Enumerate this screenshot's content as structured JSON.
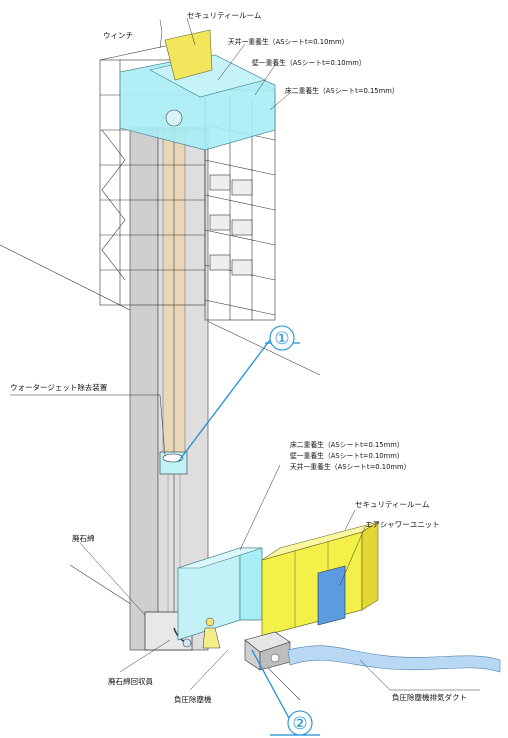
{
  "top_labels": {
    "winch": "ウィンチ",
    "security_room": "セキュリティールーム",
    "ceiling_protect": "天井一重養生（ASシートt=0.10mm）",
    "wall_protect": "壁一重養生（ASシートt=0.10mm）",
    "floor_protect": "床二重養生（ASシートt=0.15mm）"
  },
  "mid_labels": {
    "waterjet": "ウォータージェット除去装置"
  },
  "bottom_labels": {
    "floor_protect": "床二重養生（ASシートt=0.15mm）",
    "wall_protect": "壁一重養生（ASシートt=0.10mm）",
    "ceiling_protect": "天井一重養生（ASシートt=0.10mm）",
    "security_room": "セキュリティールーム",
    "air_shower": "エアシャワーユニット",
    "waste_duct": "廃石綿",
    "waste_collector": "廃石綿回収員",
    "negative_pressure": "負圧除塵機",
    "exhaust_duct": "負圧除塵機排気ダクト"
  },
  "markers": {
    "one": "①",
    "two": "②"
  },
  "colors": {
    "cyan_room": "#a8eef6",
    "yellow_room": "#f4f04a",
    "air_shower_blue": "#5b9be0",
    "callout_blue": "#1b8fd8",
    "chimney_gray": "#d6d6d6",
    "exhaust_duct": "#b9d8f4"
  }
}
